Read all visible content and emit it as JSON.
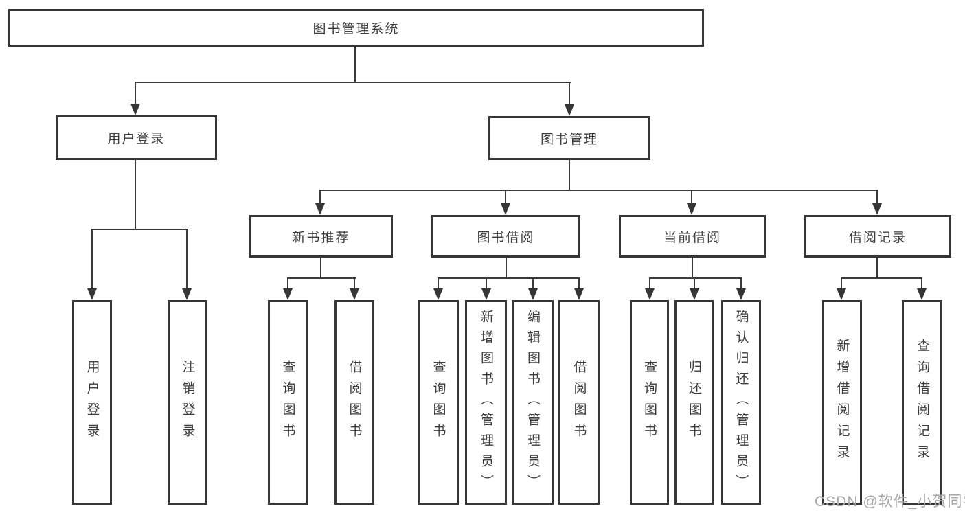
{
  "diagram": {
    "type": "tree-structure-chart",
    "colors": {
      "line": "#3a3a3a",
      "box_border": "#363636",
      "box_fill": "#ffffff",
      "text": "#3d3d3d",
      "watermark": "#a6a6a6"
    }
  },
  "nodes": {
    "root": {
      "label": "图书管理系统"
    },
    "user_login": {
      "label": "用户登录"
    },
    "book_mgmt": {
      "label": "图书管理"
    },
    "new_book_rec": {
      "label": "新书推荐"
    },
    "book_borrow": {
      "label": "图书借阅"
    },
    "current_borrow": {
      "label": "当前借阅"
    },
    "borrow_records": {
      "label": "借阅记录"
    },
    "leaf_user_login": {
      "label": "用户登录"
    },
    "leaf_logout": {
      "label": "注销登录"
    },
    "leaf_query_books_1": {
      "label": "查询图书"
    },
    "leaf_borrow_books_1": {
      "label": "借阅图书"
    },
    "leaf_query_books_2": {
      "label": "查询图书"
    },
    "leaf_add_books": {
      "label": "新增图书（管理员）"
    },
    "leaf_edit_books": {
      "label": "编辑图书（管理员）"
    },
    "leaf_borrow_books_2": {
      "label": "借阅图书"
    },
    "leaf_query_books_3": {
      "label": "查询图书"
    },
    "leaf_return_books": {
      "label": "归还图书"
    },
    "leaf_confirm_return": {
      "label": "确认归还（管理员）"
    },
    "leaf_add_borrow_record": {
      "label": "新增借阅记录"
    },
    "leaf_query_borrow_record": {
      "label": "查询借阅记录"
    }
  },
  "hierarchy": {
    "root": "图书管理系统",
    "children": [
      {
        "label": "用户登录",
        "children": [
          "用户登录",
          "注销登录"
        ]
      },
      {
        "label": "图书管理",
        "children": [
          {
            "label": "新书推荐",
            "children": [
              "查询图书",
              "借阅图书"
            ]
          },
          {
            "label": "图书借阅",
            "children": [
              "查询图书",
              "新增图书（管理员）",
              "编辑图书（管理员）",
              "借阅图书"
            ]
          },
          {
            "label": "当前借阅",
            "children": [
              "查询图书",
              "归还图书",
              "确认归还（管理员）"
            ]
          },
          {
            "label": "借阅记录",
            "children": [
              "新增借阅记录",
              "查询借阅记录"
            ]
          }
        ]
      }
    ]
  },
  "watermark": {
    "text": "CSDN @软件_小贺同学"
  }
}
